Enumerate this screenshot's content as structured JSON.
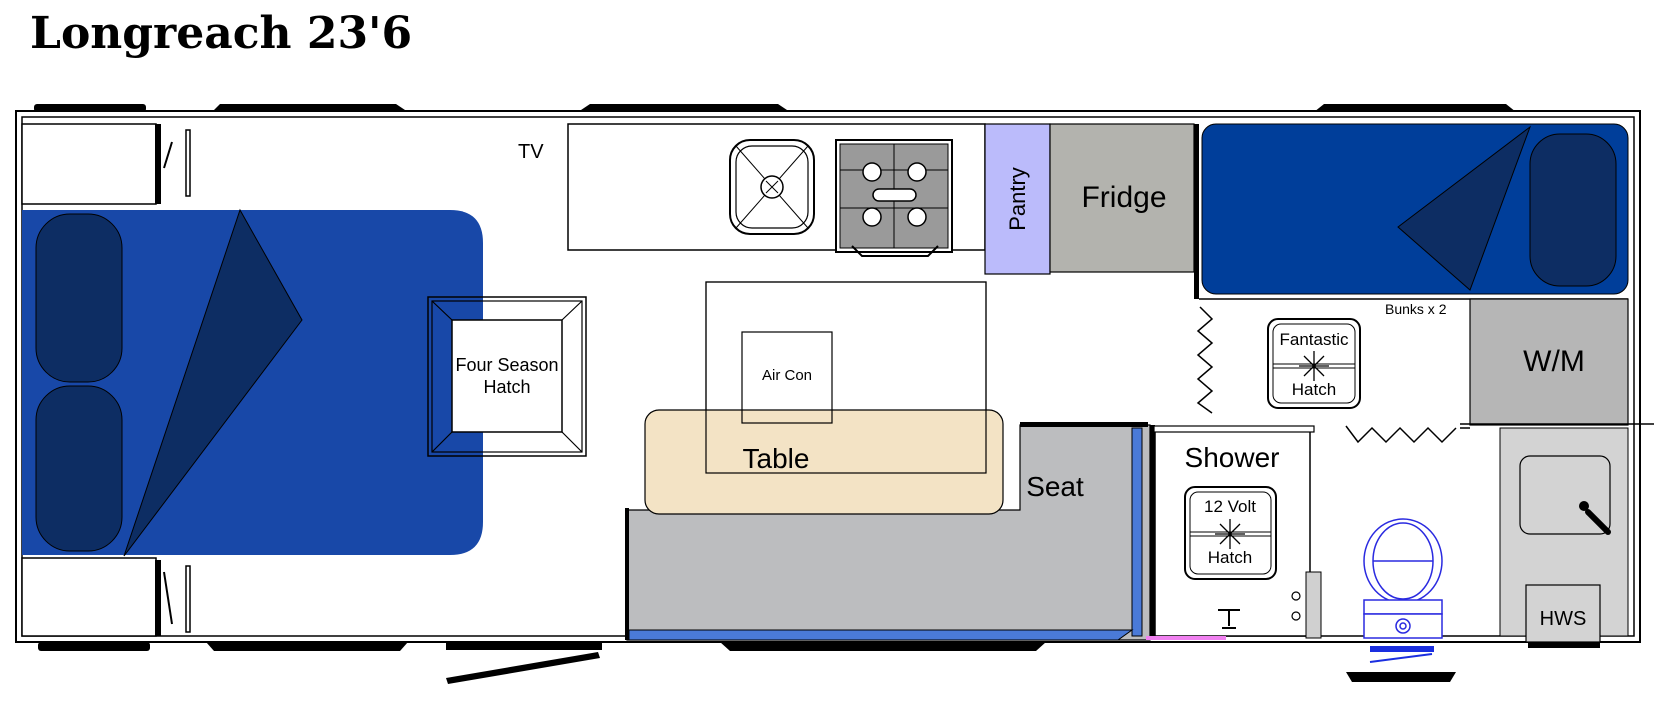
{
  "title": "Longreach 23'6",
  "labels": {
    "tv": "TV",
    "pantry": "Pantry",
    "fridge": "Fridge",
    "bunks": "Bunks x 2",
    "four_season_hatch_line1": "Four Season",
    "four_season_hatch_line2": "Hatch",
    "air_con": "Air Con",
    "table": "Table",
    "seat": "Seat",
    "shower": "Shower",
    "twelve_volt_hatch_line1": "12 Volt",
    "twelve_volt_hatch_line2": "Hatch",
    "fantastic_hatch_line1": "Fantastic",
    "fantastic_hatch_line2": "Hatch",
    "washing_machine": "W/M",
    "hot_water_system": "HWS"
  },
  "colors": {
    "bed_blue": "#1848a8",
    "bunk_blue": "#003e9a",
    "pillow_navy": "#0d2d63",
    "pantry_lavender": "#bbbbfb",
    "fridge_grey": "#b3b3ae",
    "wm_grey": "#b6b6b6",
    "seat_grey": "#bcbdbf",
    "table_beige": "#f3e3c5",
    "toilet_blue": "#2a2ae0",
    "wall_black": "#000000",
    "bathroom_grey": "#d3d3d3"
  }
}
